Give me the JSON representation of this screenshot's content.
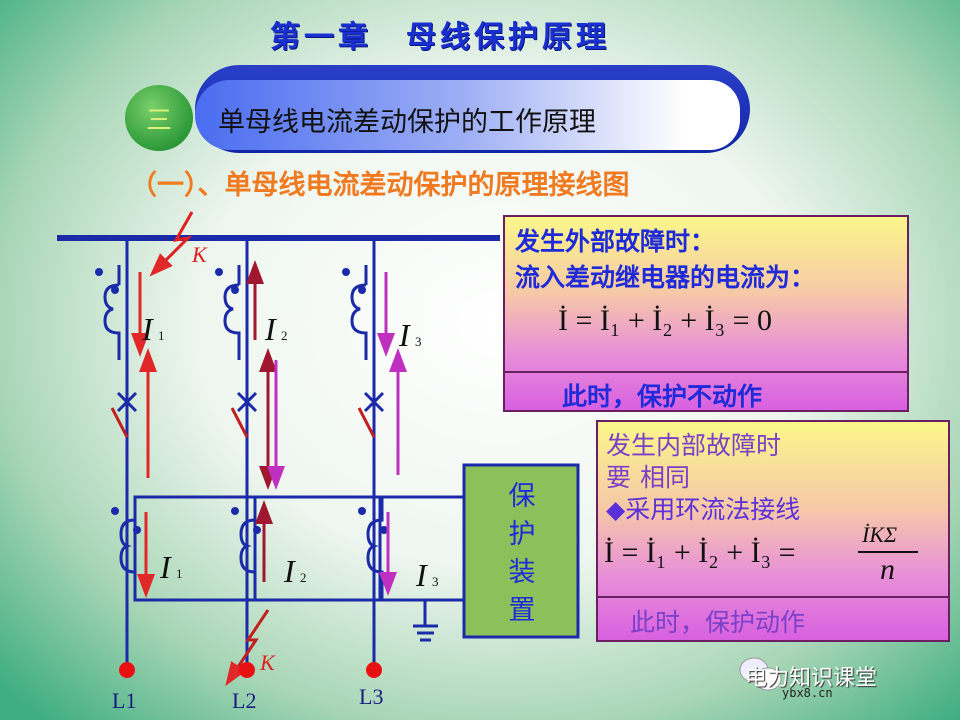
{
  "slide": {
    "title": "第一章　母线保护原理",
    "section_number": "三",
    "section_title": "单母线电流差动保护的工作原理",
    "subtitle": "（一）、单母线电流差动保护的原理接线图"
  },
  "diagram": {
    "fault_label": "K",
    "feeders": [
      "L1",
      "L2",
      "L3"
    ],
    "currents": [
      {
        "symbol": "I",
        "sub": "1"
      },
      {
        "symbol": "I",
        "sub": "2"
      },
      {
        "symbol": "I",
        "sub": "3"
      }
    ],
    "protection_device": "保护装置",
    "colors": {
      "wire": "#1a2aa8",
      "fault": "#e02020",
      "arrow_red": "#e02828",
      "arrow_darkred": "#a01830",
      "arrow_magenta": "#c030c0",
      "device_fill": "#8cc05a"
    }
  },
  "infobox": {
    "external": {
      "heading": "发生外部故障时：",
      "line2": "流入差动继电器的电流为：",
      "formula": "İ = İ₁ + İ₂ + İ₃ = 0",
      "result": "此时，保护不动作"
    },
    "internal": {
      "heading": "发生内部故障时",
      "line2_tail": "要",
      "line3": "相同",
      "bullet": "◆采用环流法接线",
      "formula_lhs": "İ = İ₁ + İ₂ + İ₃ =",
      "formula_num": "İKΣ",
      "formula_den": "n",
      "result": "此时，保护动作"
    }
  },
  "watermark": {
    "name": "电力知识课堂",
    "url": "ybx8.cn"
  }
}
